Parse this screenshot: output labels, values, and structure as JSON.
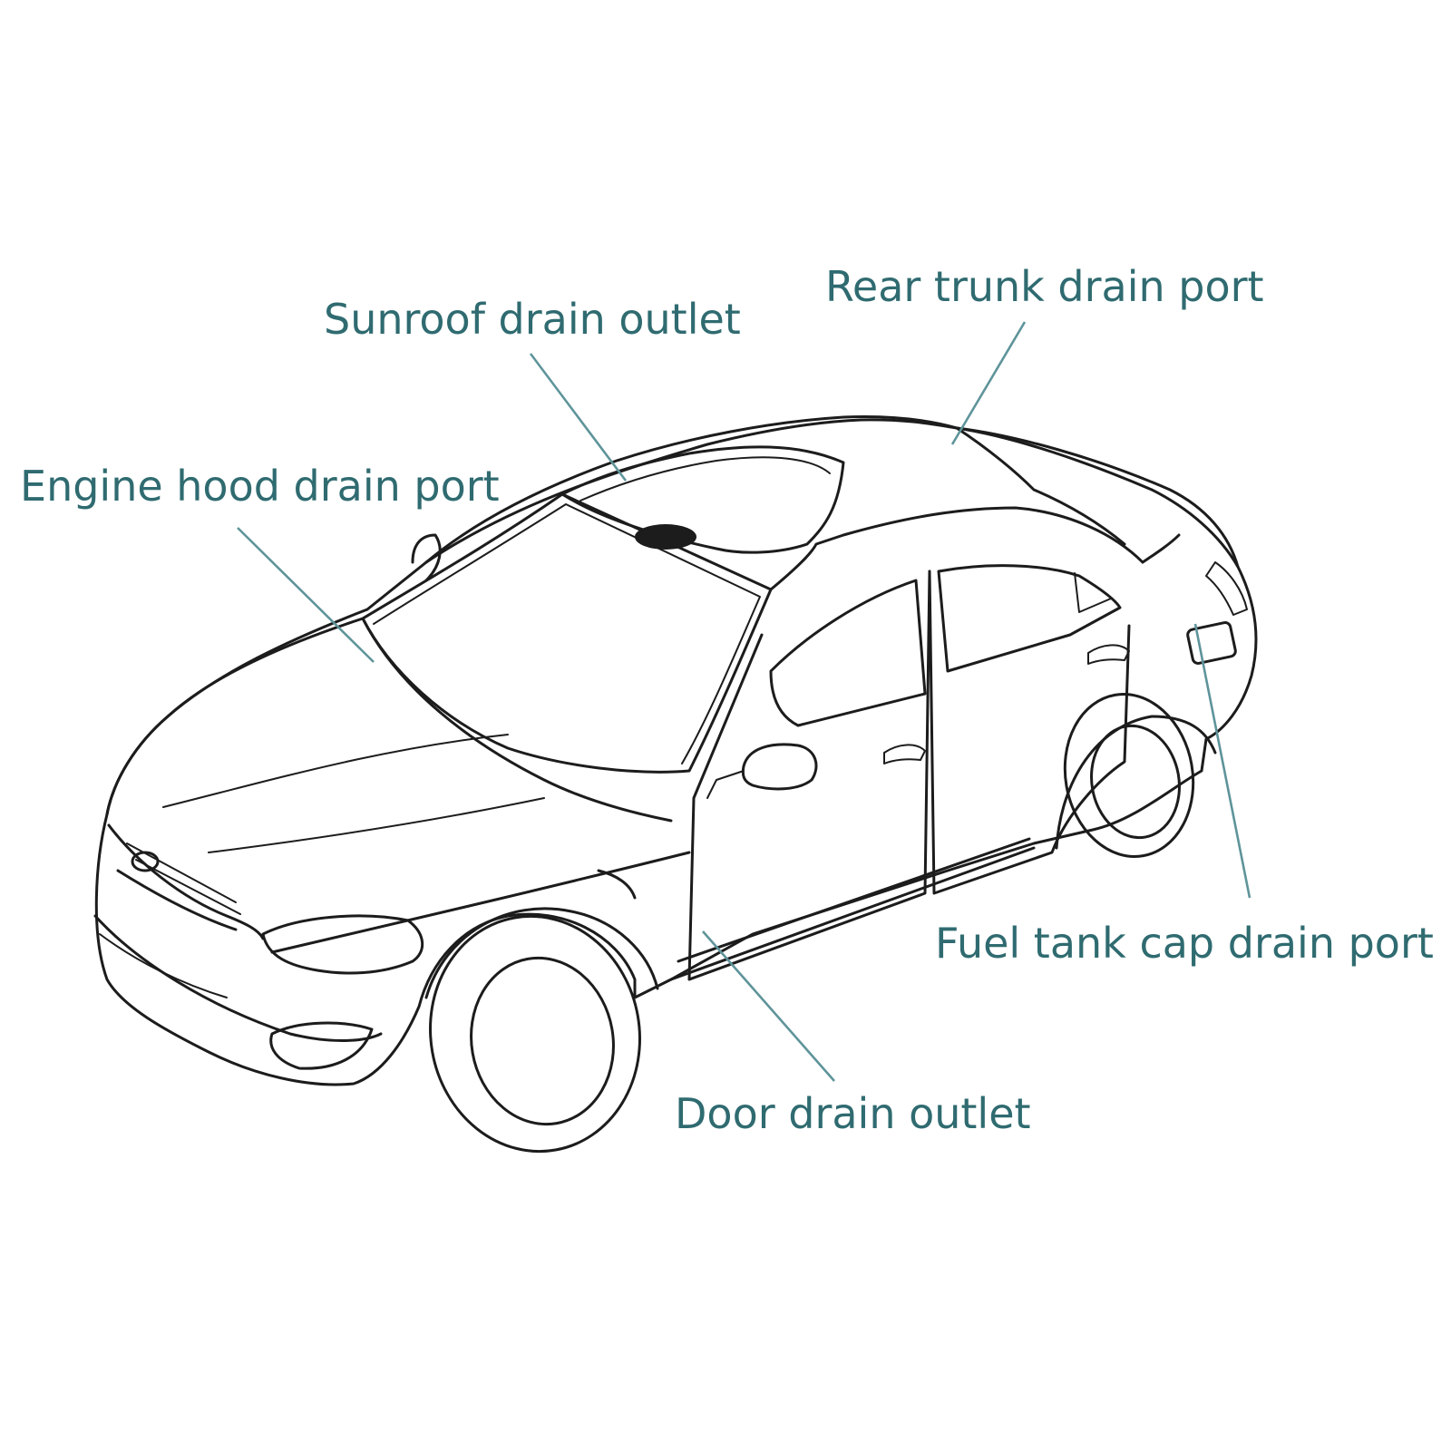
{
  "diagram": {
    "colors": {
      "label_text": "#2f6b70",
      "leader_line": "#5e949a",
      "outline": "#1c1c1c",
      "background": "#ffffff"
    },
    "labels": {
      "rear_trunk": "Rear trunk drain port",
      "sunroof": "Sunroof drain outlet",
      "engine_hood": "Engine hood drain port",
      "fuel_tank_cap": "Fuel tank cap drain port",
      "door": "Door drain outlet"
    }
  }
}
